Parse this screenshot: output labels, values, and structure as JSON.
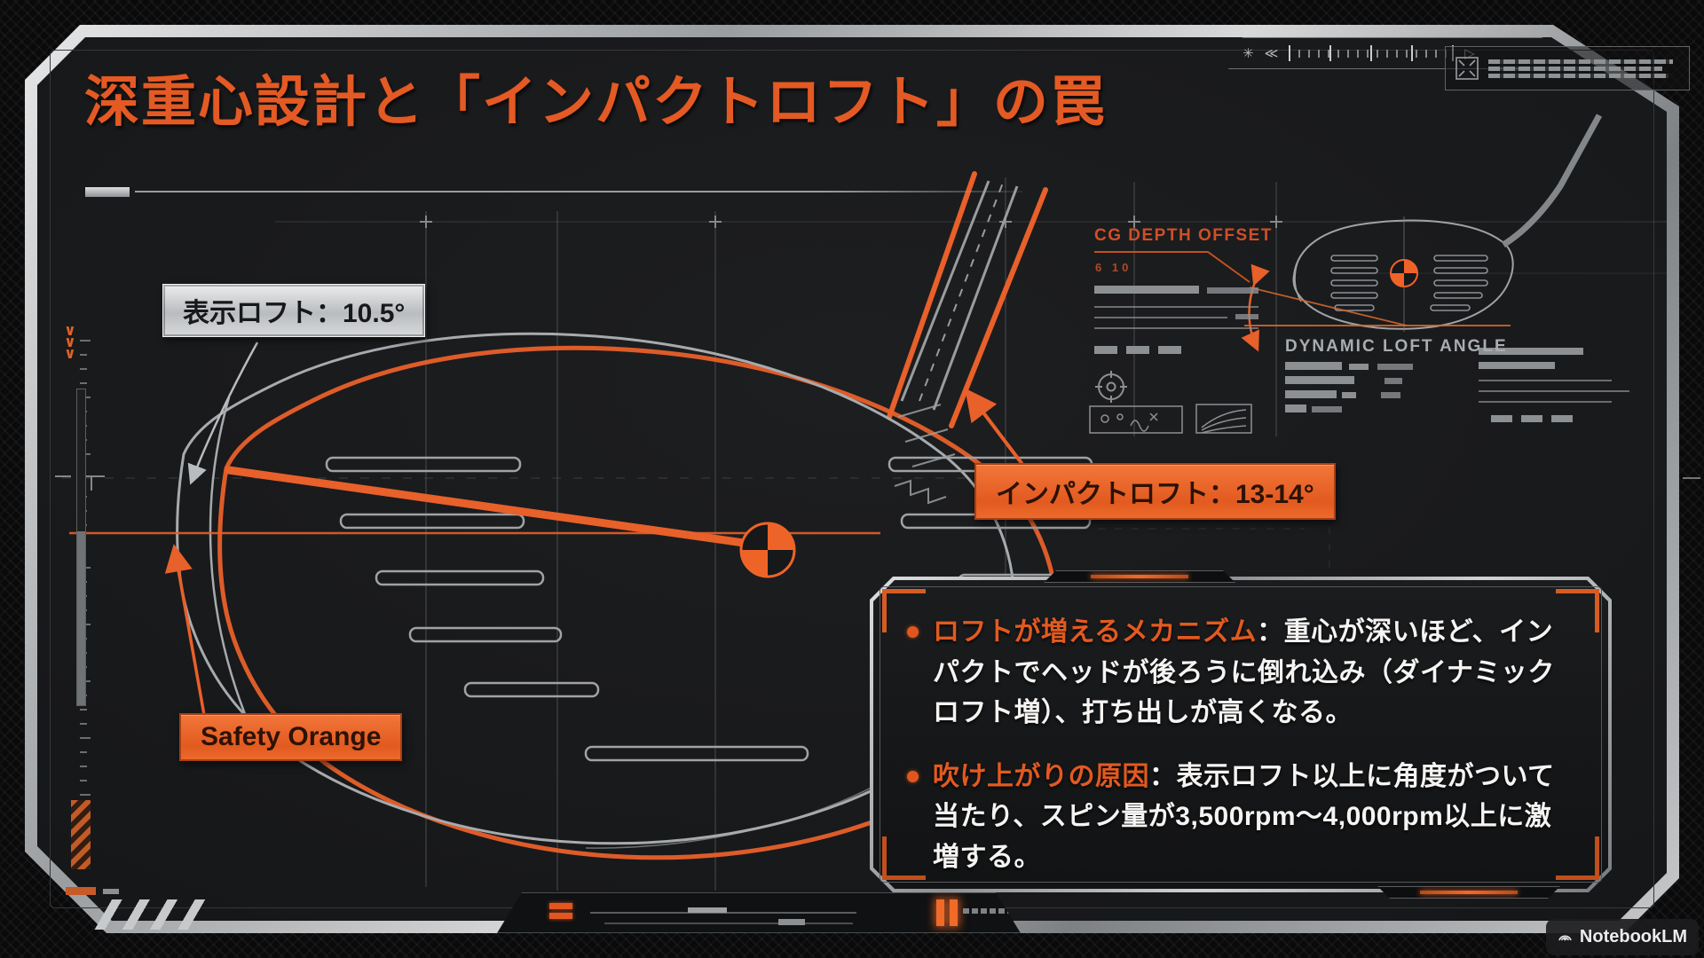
{
  "title": "深重心設計と「インパクトロフト」の罠",
  "diagram_labels": {
    "stated_loft": "表示ロフト：10.5°",
    "impact_loft": "インパクトロフト：13-14°",
    "safety_orange": "Safety Orange"
  },
  "mini_diagram": {
    "heading": "CG DEPTH OFFSET",
    "subvalue": "6 10",
    "caption": "DYNAMIC LOFT ANGLE"
  },
  "info_panel": {
    "bullets": [
      {
        "lead": "ロフトが増えるメカニズム",
        "body": "：重心が深いほど、インパクトでヘッドが後ろうに倒れ込み（ダイナミックロフト増）、打ち出しが高くなる。"
      },
      {
        "lead": "吹け上がりの原因",
        "body": "：表示ロフト以上に角度がついて当たり、スピン量が3,500rpm〜4,000rpm以上に激増する。"
      }
    ]
  },
  "branding": {
    "name": "NotebookLM"
  },
  "colors": {
    "accent_orange": "#e85f26",
    "silver": "#c7c9cb",
    "line_gray": "#9fa3a6"
  }
}
